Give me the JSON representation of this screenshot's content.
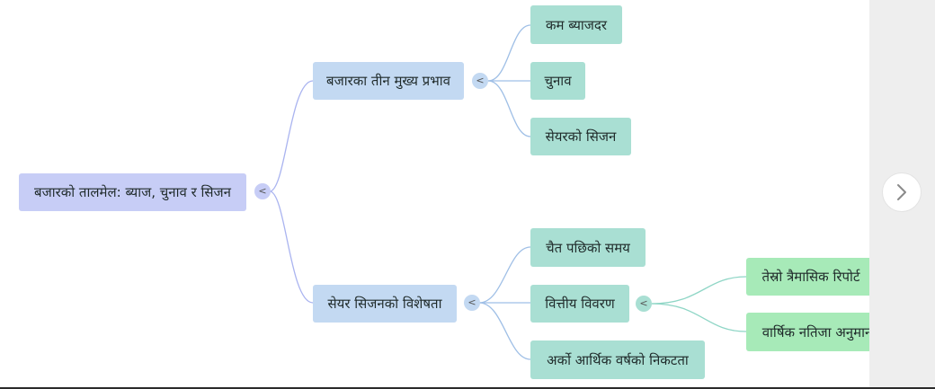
{
  "mindmap": {
    "root": "बजारको तालमेल: ब्याज, चुनाव र सिजन",
    "branch1": {
      "label": "बजारका तीन मुख्य प्रभाव",
      "children": [
        "कम ब्याजदर",
        "चुनाव",
        "सेयरको सिजन"
      ]
    },
    "branch2": {
      "label": "सेयर सिजनको विशेषता",
      "children": [
        "चैत पछिको समय",
        "वित्तीय विवरण",
        "अर्को आर्थिक वर्षको निकटता"
      ],
      "subchildren": [
        "तेस्रो त्रैमासिक रिपोर्ट",
        "वार्षिक नतिजा अनुमान"
      ]
    },
    "collapse_symbol": "<"
  },
  "colors": {
    "root_bg": "#c7cdf6",
    "branch_bg": "#c3d9f2",
    "leaf_bg": "#a9dfd3",
    "subleaf_bg": "#a7eab8",
    "link_blue": "#aab4f0",
    "link_teal": "#8fd6c6",
    "side_panel": "#eeeeee"
  },
  "icons": {
    "next": "chevron-right-icon"
  }
}
